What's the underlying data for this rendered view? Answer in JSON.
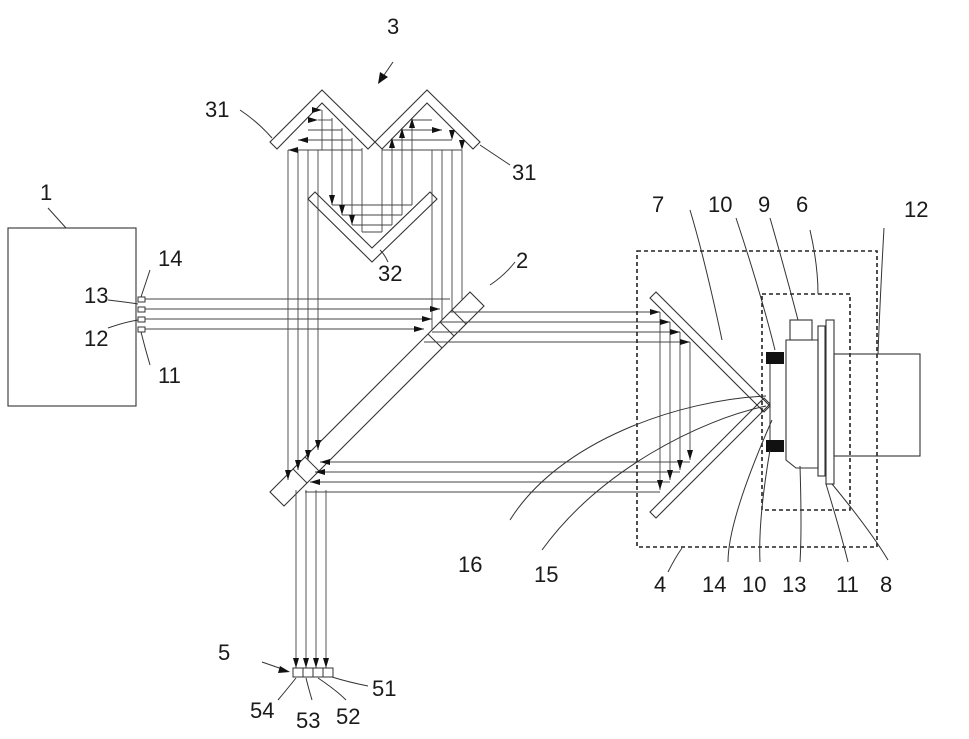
{
  "labels": {
    "l1": "1",
    "l2": "2",
    "l3": "3",
    "l31a": "31",
    "l31b": "31",
    "l32": "32",
    "l4": "4",
    "l5": "5",
    "l6": "6",
    "l7": "7",
    "l8": "8",
    "l9": "9",
    "l10a": "10",
    "l10b": "10",
    "l11a": "11",
    "l11b": "11",
    "l12a": "12",
    "l12b": "12",
    "l13a": "13",
    "l13b": "13",
    "l14a": "14",
    "l14b": "14",
    "l15": "15",
    "l16": "16",
    "l51": "51",
    "l52": "52",
    "l53": "53",
    "l54": "54"
  }
}
